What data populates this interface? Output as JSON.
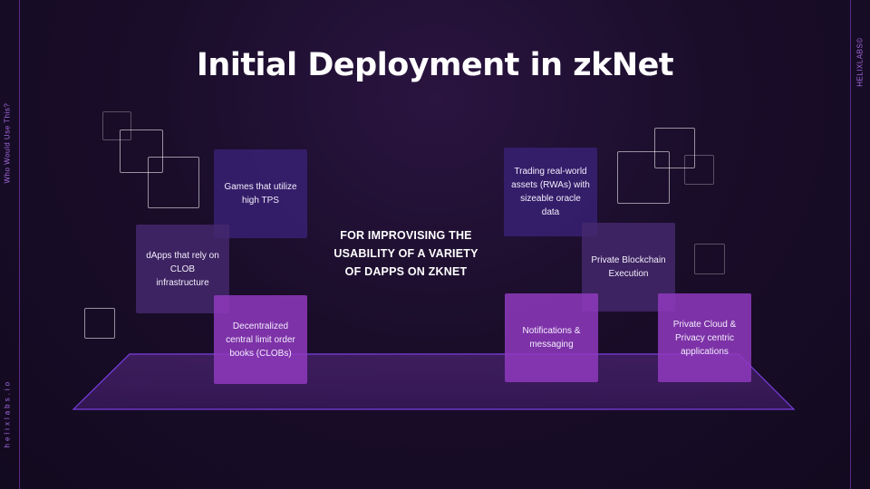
{
  "slide": {
    "title": "Initial Deployment in zkNet",
    "left_vertical_top": "Who Would Use This?",
    "left_vertical_bottom": "helixlabs.io",
    "right_vertical_top": "HELIXLABS©",
    "center_text": "FOR IMPROVISING THE USABILITY OF A VARIETY OF DAPPS ON ZKNET"
  },
  "cards": {
    "games": "Games that utilize high TPS",
    "dapps_clob": "dApps that rely on CLOB infrastructure",
    "clobs": "Decentralized central limit order books (CLOBs)",
    "rwa": "Trading real-world assets (RWAs) with sizeable oracle data",
    "private_exec": "Private Blockchain Execution",
    "notifications": "Notifications & messaging",
    "private_cloud": "Private Cloud & Privacy centric applications"
  },
  "colors": {
    "accent": "#8f3abe",
    "line": "#7a3ee0",
    "card_dark": "#361e6e"
  }
}
